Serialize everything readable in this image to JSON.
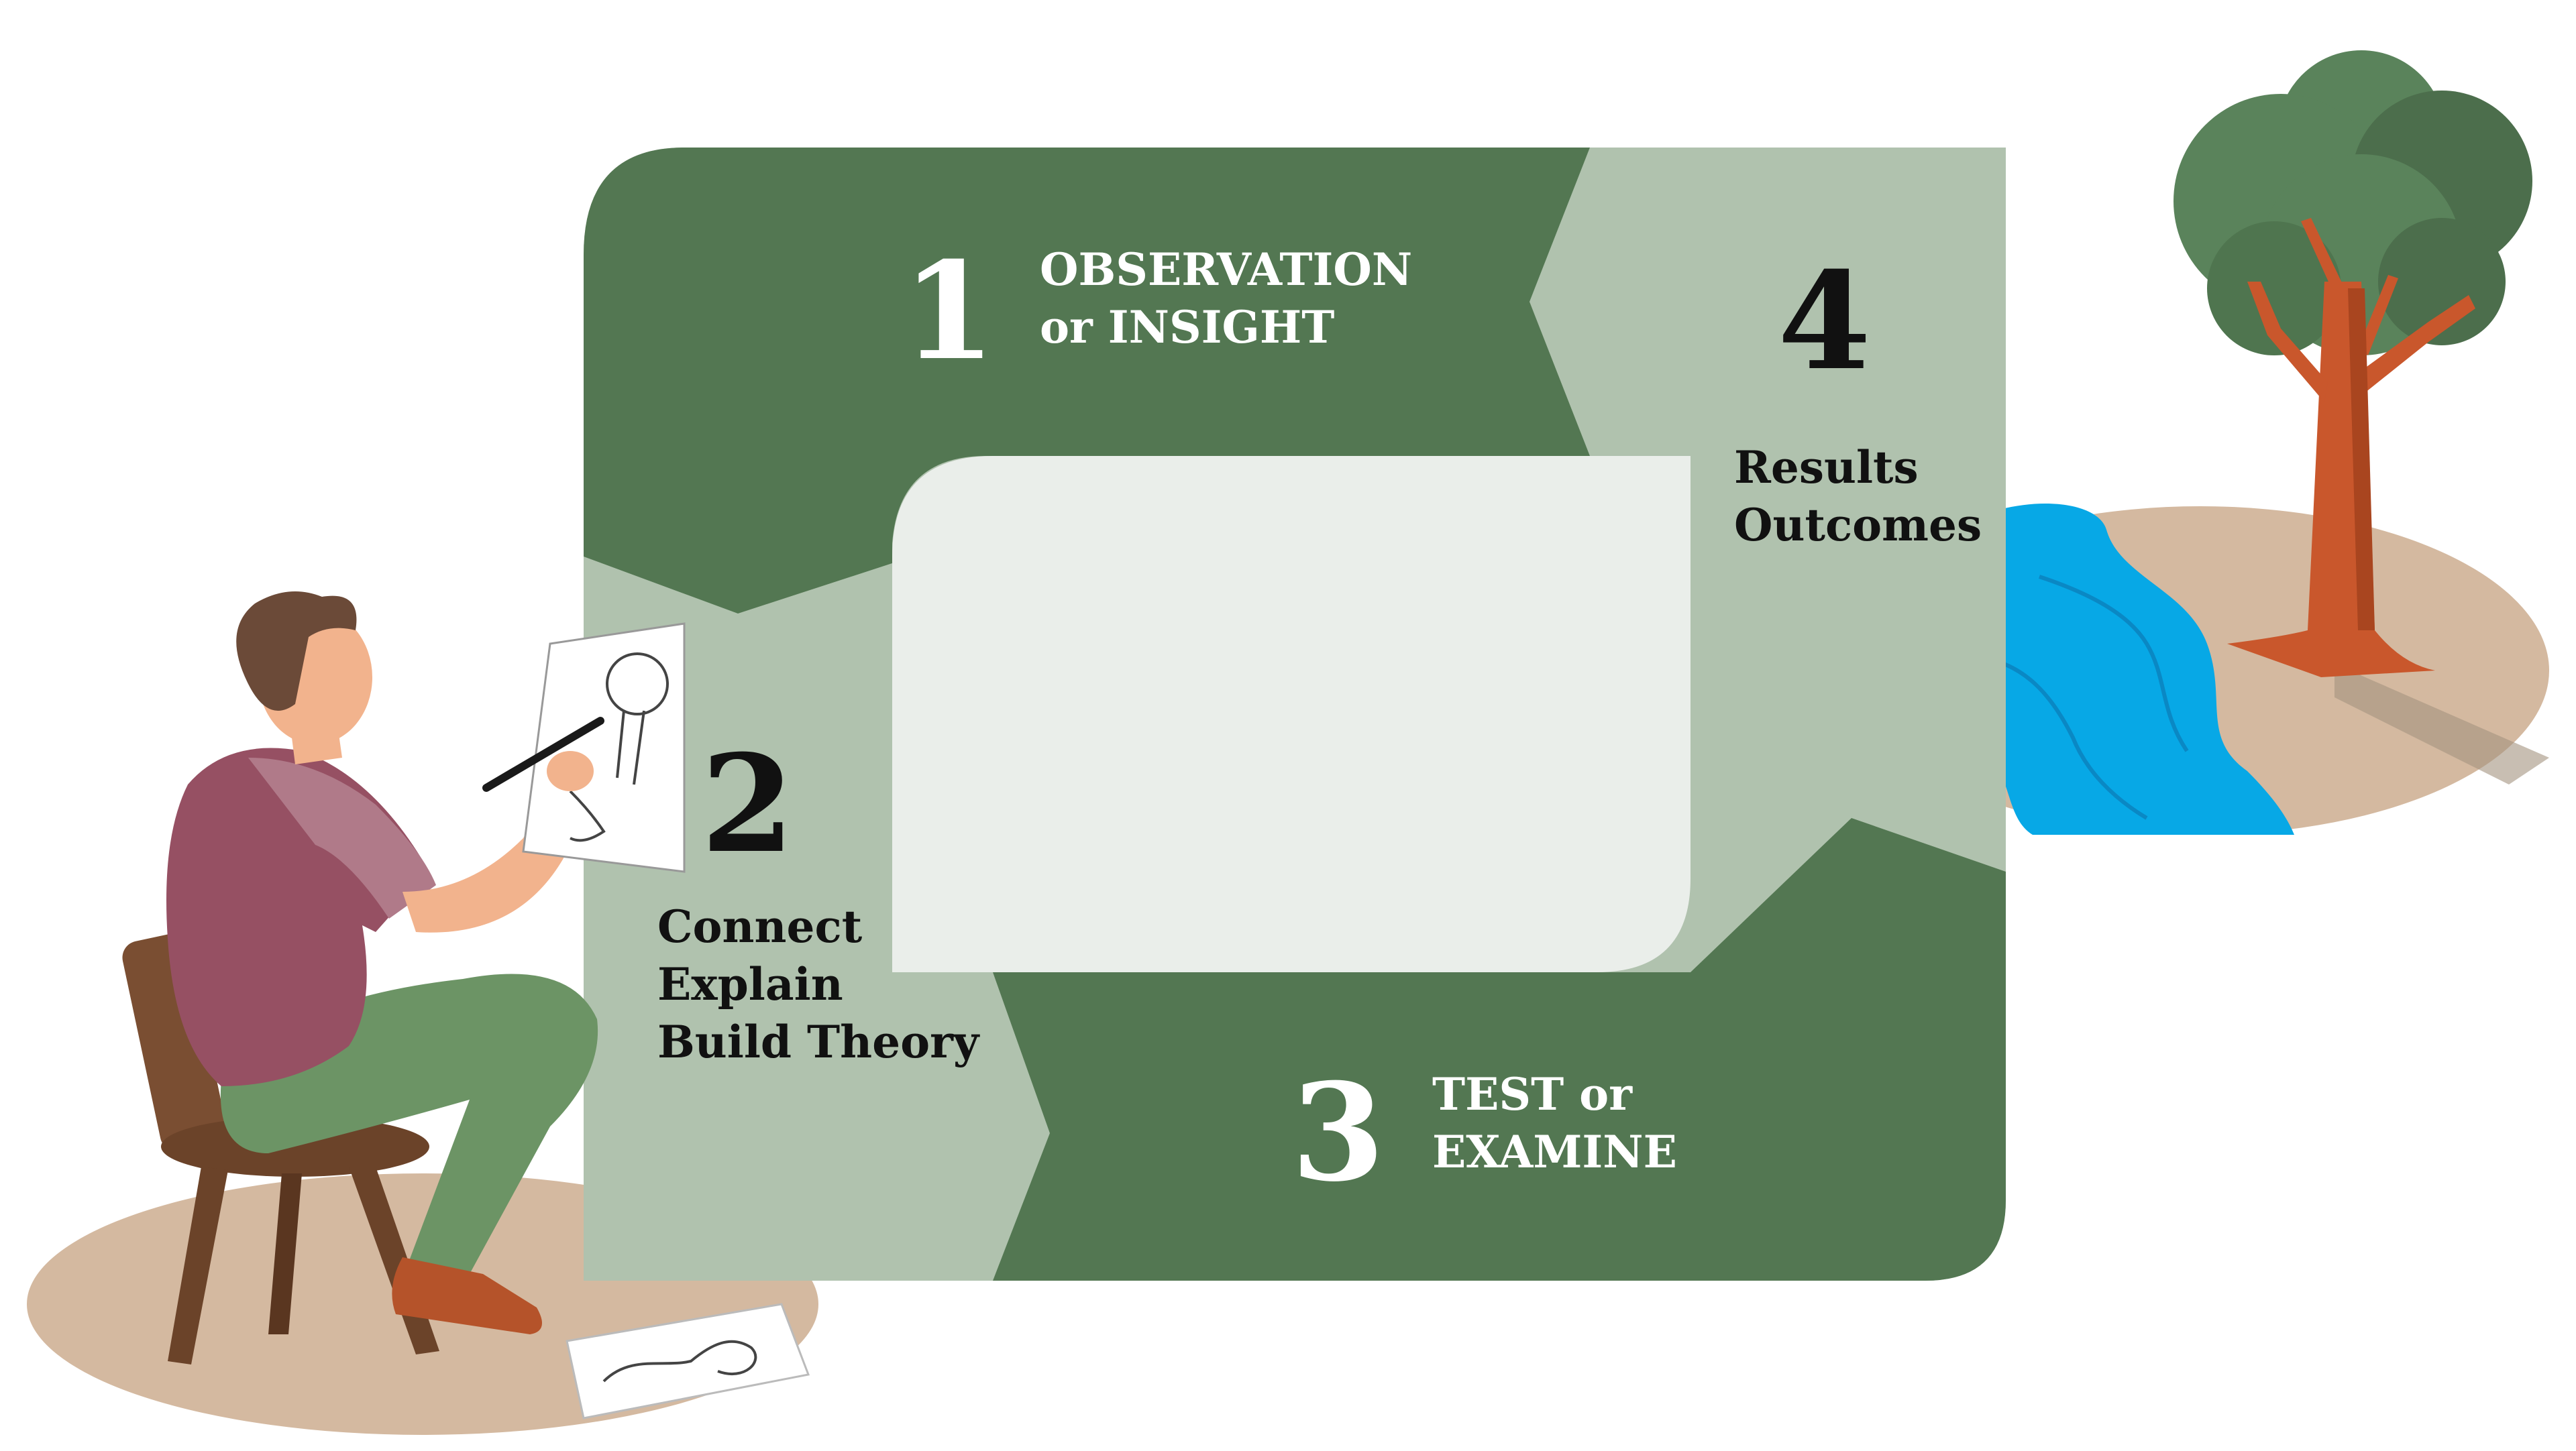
{
  "steps": [
    {
      "number": "1",
      "lines": [
        "OBSERVATION",
        "or INSIGHT"
      ]
    },
    {
      "number": "2",
      "lines": [
        "Connect",
        "Explain",
        "Build Theory"
      ]
    },
    {
      "number": "3",
      "lines": [
        "TEST or",
        "EXAMINE"
      ]
    },
    {
      "number": "4",
      "lines": [
        "Results",
        "Outcomes"
      ]
    }
  ],
  "colors": {
    "dark_green": "#537752",
    "light_green": "#b0c2ae",
    "center_panel": "#eaeeea",
    "ground": "#d4b9a0",
    "river": "#07a8e6",
    "trunk": "#c9572c",
    "foliage": "#5a835b"
  },
  "icons": [
    "artist-illustration",
    "tree-illustration",
    "river-illustration"
  ]
}
